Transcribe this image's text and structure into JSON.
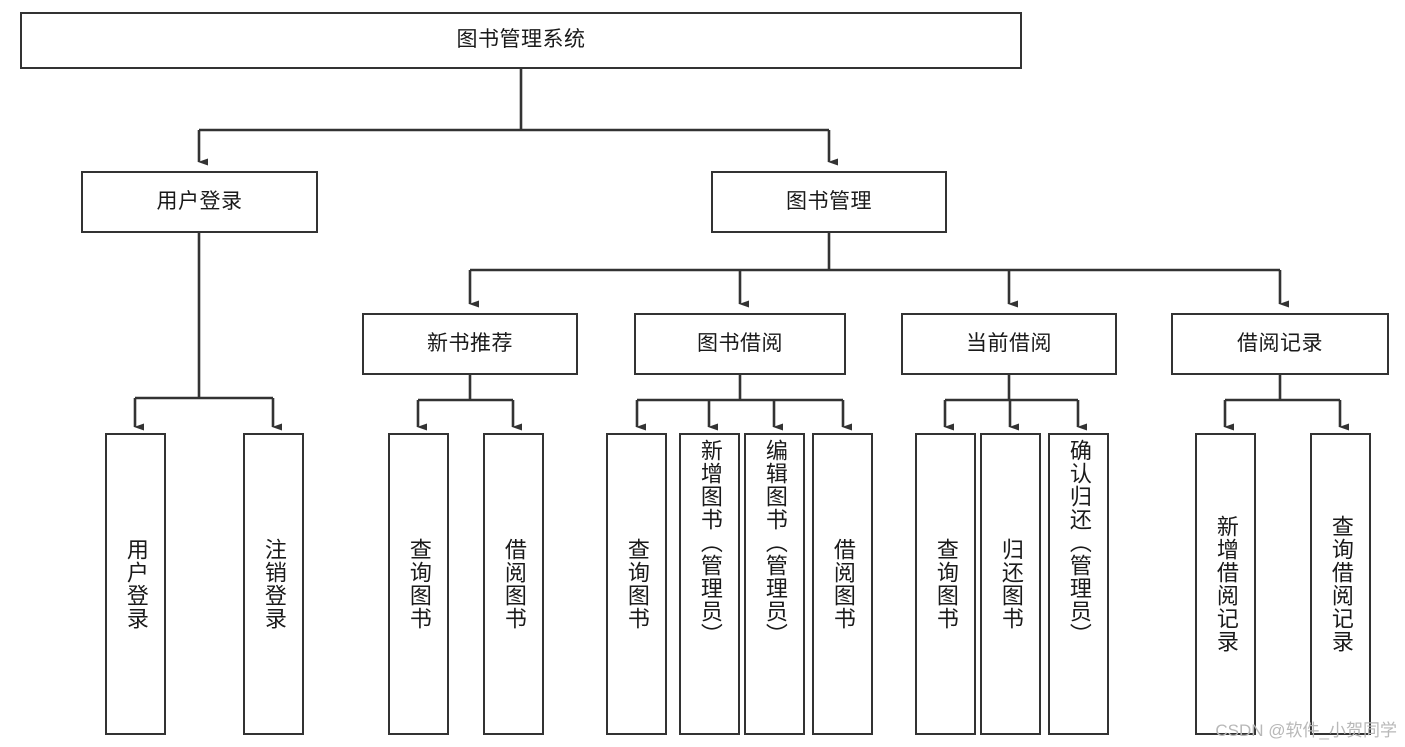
{
  "diagram": {
    "title": "图书管理系统",
    "watermark": "CSDN @软件_小贺同学",
    "line_color": "#333333",
    "box_border_color": "#333333",
    "box_fill_color": "#ffffff",
    "background_color": "#ffffff",
    "text_color": "#1a1a1a",
    "watermark_color": "#b8b8b8"
  },
  "nodes": {
    "root": {
      "label": "图书管理系统"
    },
    "level2": [
      {
        "id": "user-login",
        "label": "用户登录"
      },
      {
        "id": "book-management",
        "label": "图书管理"
      }
    ],
    "level3": [
      {
        "id": "new-book-recommend",
        "label": "新书推荐"
      },
      {
        "id": "book-borrow",
        "label": "图书借阅"
      },
      {
        "id": "current-borrow",
        "label": "当前借阅"
      },
      {
        "id": "borrow-record",
        "label": "借阅记录"
      }
    ],
    "leaves": {
      "user_login": [
        {
          "id": "leaf-user-login",
          "label": "用户登录"
        },
        {
          "id": "leaf-logout-login",
          "label": "注销登录"
        }
      ],
      "new_book_recommend": [
        {
          "id": "leaf-query-book-1",
          "label": "查询图书"
        },
        {
          "id": "leaf-borrow-book-1",
          "label": "借阅图书"
        }
      ],
      "book_borrow": [
        {
          "id": "leaf-query-book-2",
          "label": "查询图书"
        },
        {
          "id": "leaf-add-book-admin",
          "label": "新增图书（管理员）"
        },
        {
          "id": "leaf-edit-book-admin",
          "label": "编辑图书（管理员）"
        },
        {
          "id": "leaf-borrow-book-2",
          "label": "借阅图书"
        }
      ],
      "current_borrow": [
        {
          "id": "leaf-query-book-3",
          "label": "查询图书"
        },
        {
          "id": "leaf-return-book",
          "label": "归还图书"
        },
        {
          "id": "leaf-confirm-return-admin",
          "label": "确认归还（管理员）"
        }
      ],
      "borrow_record": [
        {
          "id": "leaf-add-borrow-record",
          "label": "新增借阅记录"
        },
        {
          "id": "leaf-query-borrow-record",
          "label": "查询借阅记录"
        }
      ]
    }
  }
}
